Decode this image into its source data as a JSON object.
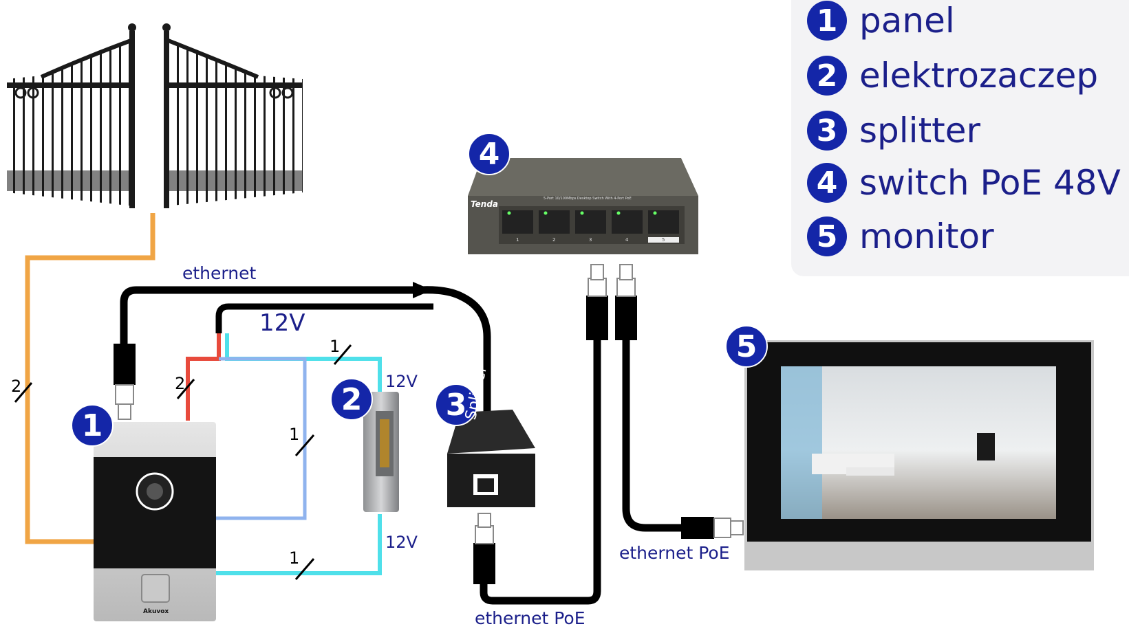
{
  "legend": [
    {
      "num": "1",
      "label": "panel"
    },
    {
      "num": "2",
      "label": "elektrozaczep"
    },
    {
      "num": "3",
      "label": "splitter"
    },
    {
      "num": "4",
      "label": "switch PoE 48V"
    },
    {
      "num": "5",
      "label": "monitor"
    }
  ],
  "badges": {
    "panel": "1",
    "strike": "2",
    "splitter": "3",
    "switch": "4",
    "monitor": "5"
  },
  "wire_labels": {
    "ethernet": "ethernet",
    "v12_top": "12V",
    "v12_strike_top": "12V",
    "v12_strike_bottom": "12V",
    "eth_poe_bottom": "ethernet PoE",
    "eth_poe_right": "ethernet PoE"
  },
  "wire_counts": {
    "orange": "2",
    "red": "2",
    "cyan_top": "1",
    "blue": "1",
    "cyan_bottom": "1"
  },
  "device_text": {
    "switch_brand": "Tenda",
    "switch_model": "5-Port 10/100Mbps Desktop Switch With 4-Port PoE",
    "switch_ports": [
      "1",
      "2",
      "3",
      "4",
      "5"
    ],
    "splitter_label": "Splitter",
    "panel_brand": "Akuvox"
  },
  "colors": {
    "badge": "#1426a8",
    "label_text": "#1b1f8a",
    "orange_wire": "#f0a545",
    "red_wire": "#e84a3c",
    "cyan_wire": "#4fe0ea",
    "blue_wire": "#8fb3ee",
    "ethernet": "#000000"
  }
}
